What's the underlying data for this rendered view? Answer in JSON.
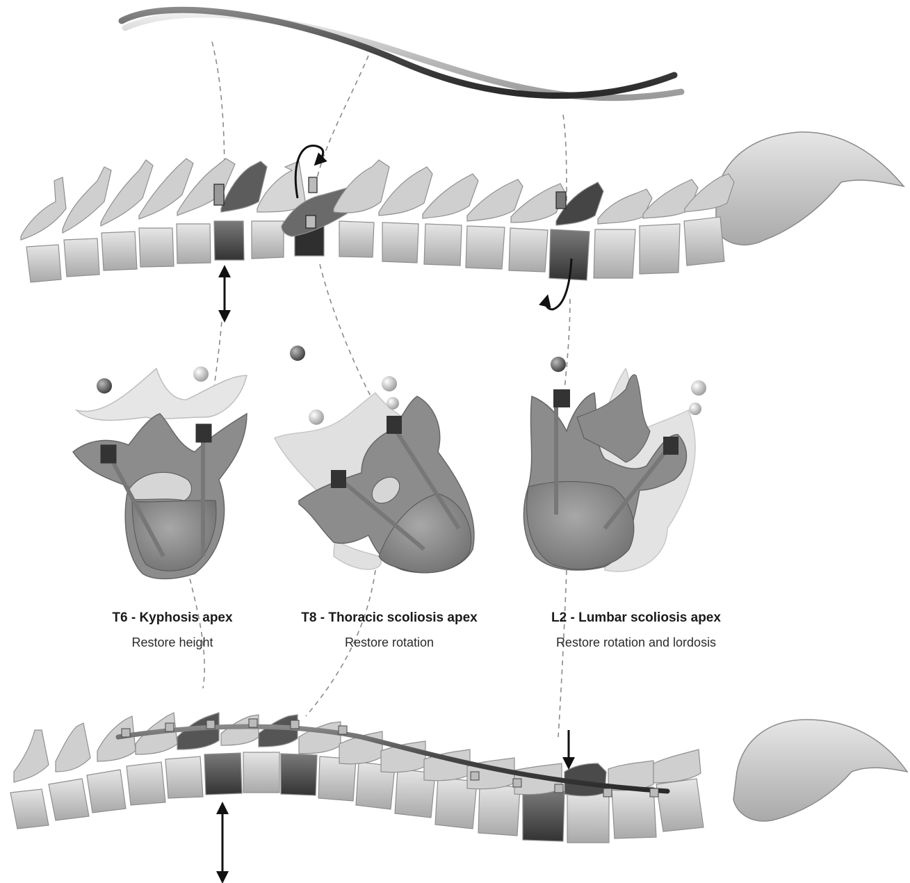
{
  "labels": [
    {
      "title": "T6 - Kyphosis apex",
      "subtitle": "Restore height"
    },
    {
      "title": "T8 - Thoracic scoliosis apex",
      "subtitle": "Restore rotation"
    },
    {
      "title": "L2 - Lumbar scoliosis apex",
      "subtitle": "Restore rotation and lordosis"
    }
  ],
  "colors": {
    "bone_light": "#d9d9d9",
    "bone_mid": "#bdbdbd",
    "bone_dark": "#6e6e6e",
    "bone_darkest": "#333333",
    "rod_dark": "#555555",
    "rod_light": "#bfbfbf",
    "dashed_line": "#8a8a8a",
    "arrow": "#111111"
  }
}
